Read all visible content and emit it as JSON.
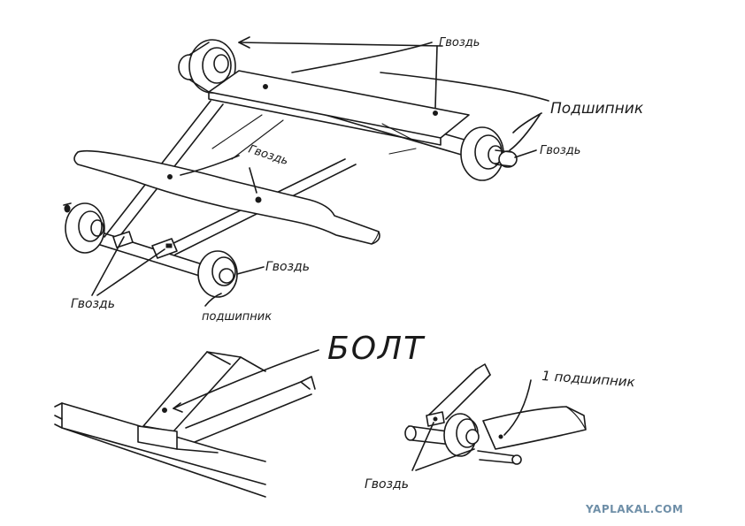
{
  "labels": {
    "nail_top": "Гвоздь",
    "bearing_top": "Подшипник",
    "nail_right_wheel": "Гвоздь",
    "nail_center": "Гвоздь",
    "nail_front_wheel": "Гвоздь",
    "nail_left": "Гвоздь",
    "bearing_bottom": "подшипник",
    "bolt": "БОЛТ",
    "one_bearing": "1 подшипник",
    "nail_detail": "Гвоздь"
  },
  "watermark": "YAPLAKAL.COM",
  "colors": {
    "ink": "#1a1a1a",
    "paper": "#ffffff",
    "watermark": "#6f8fa8"
  }
}
